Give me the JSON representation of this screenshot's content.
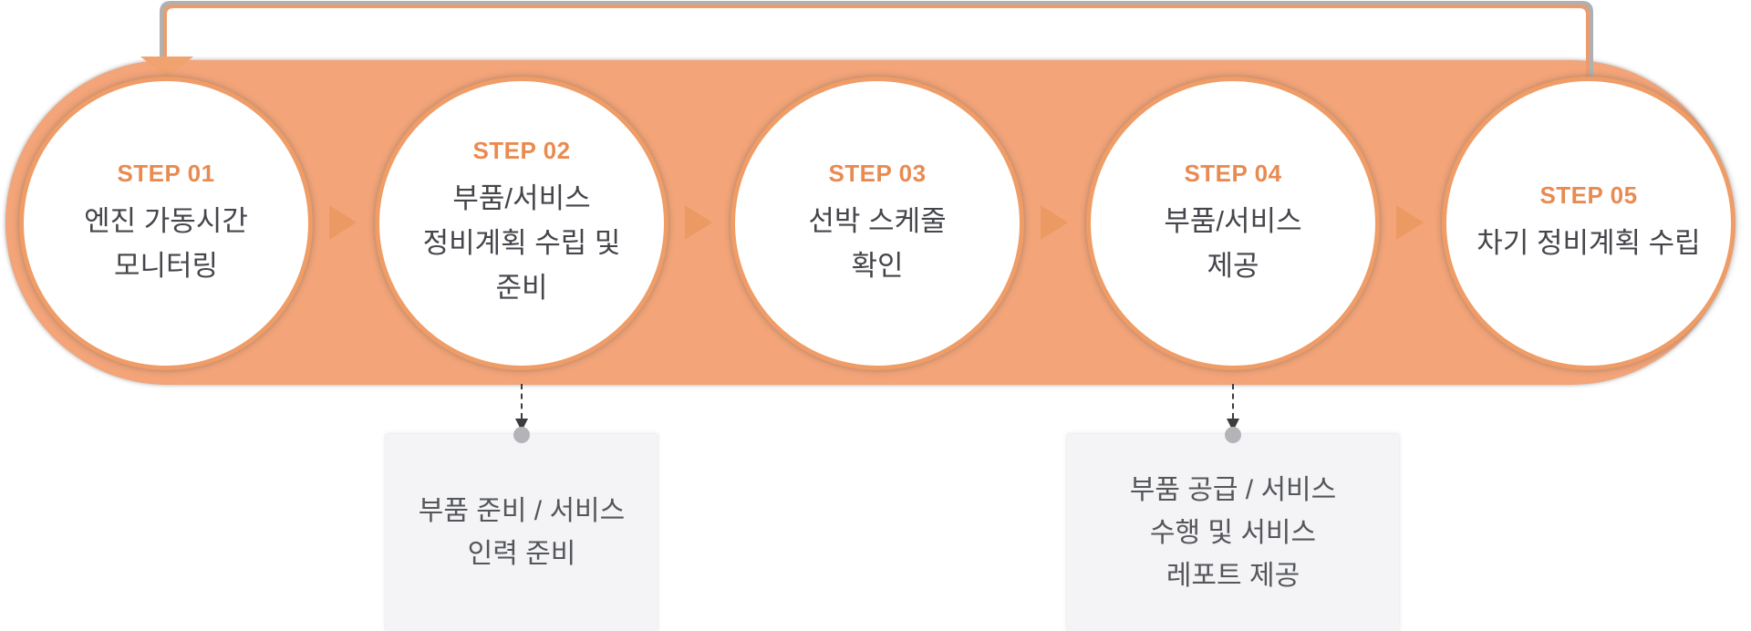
{
  "steps": [
    {
      "label": "STEP 01",
      "lines": [
        "엔진 가동시간",
        "모니터링"
      ]
    },
    {
      "label": "STEP 02",
      "lines": [
        "부품/서비스",
        "정비계획 수립 및",
        "준비"
      ]
    },
    {
      "label": "STEP 03",
      "lines": [
        "선박 스케줄",
        "확인"
      ]
    },
    {
      "label": "STEP 04",
      "lines": [
        "부품/서비스",
        "제공"
      ]
    },
    {
      "label": "STEP 05",
      "lines": [
        "차기 정비계획 수립"
      ]
    }
  ],
  "callouts": [
    {
      "lines": [
        "부품 준비 / 서비스",
        "인력 준비"
      ]
    },
    {
      "lines": [
        "부품 공급 / 서비스",
        "수행 및 서비스",
        "레포트 제공"
      ]
    }
  ],
  "colors": {
    "band": "#F3A478",
    "ring": "#EF9C66",
    "chev": "#EC9A64",
    "step": "#E98B51",
    "loop-orange": "#EB9C6E",
    "loop-gray": "#B0B0B0",
    "loop-arrow": "#F0A26F"
  }
}
